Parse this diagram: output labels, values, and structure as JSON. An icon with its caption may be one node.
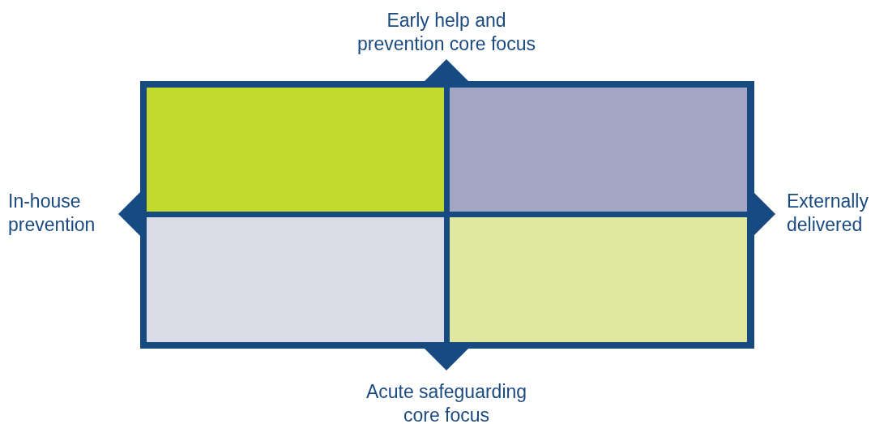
{
  "diagram": {
    "nodes": [
      {
        "text": [],
        "shape": "box"
      },
      {
        "text": [],
        "shape": "box",
        "in": 0
      },
      {
        "text": [],
        "shape": "box",
        "in": 0
      },
      {
        "text": [],
        "shape": "box",
        "in": 0
      },
      {
        "text": [],
        "shape": "box",
        "in": 0
      }
    ],
    "labels": [
      "Early help and prevention core focus",
      "In-house prevention",
      "Externally delivered",
      "Acute safeguarding core focus"
    ]
  }
}
